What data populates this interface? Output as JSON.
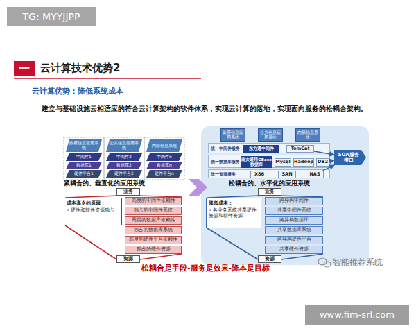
{
  "diagram": {
    "title": "云计算技术优势2",
    "caption": "松耦合是手段-服务是效果-降本是目标",
    "nodes": [
      {
        "text": [
          "TG: MYYJJPP"
        ]
      },
      {
        "text": [
          "一"
        ]
      },
      {
        "text": [
          "政府信息应用系统"
        ]
      },
      {
        "text": [
          "中间件1"
        ]
      },
      {
        "text": [
          "数据库1"
        ]
      },
      {
        "text": [
          "硬件平台1"
        ]
      },
      {
        "text": [
          "公共信息应用系统"
        ]
      },
      {
        "text": [
          "中间件2"
        ]
      },
      {
        "text": [
          "数据库2"
        ]
      },
      {
        "text": [
          "硬件平台2"
        ]
      },
      {
        "text": [
          "内部信息系统"
        ]
      },
      {
        "text": [
          "中间件n"
        ]
      },
      {
        "text": [
          "数据库n"
        ]
      },
      {
        "text": [
          "硬件平台n"
        ]
      },
      {
        "text": [
          "松耦合的、水平化的应用系统"
        ]
      },
      {
        "text": [
          "政府信息应用系统"
        ],
        "in": 14
      },
      {
        "text": [
          "公共信息应用系统"
        ],
        "in": 14
      },
      {
        "text": [
          "内部信息系统"
        ],
        "in": 14
      },
      {
        "text": [
          "统一中间件服务"
        ],
        "in": 14
      },
      {
        "text": [
          "东方通中间件"
        ],
        "in": 18
      },
      {
        "text": [
          "TomCat"
        ],
        "in": 18
      },
      {
        "text": [
          "SOA服务接口"
        ],
        "in": 14
      },
      {
        "text": [
          "统一数据库服务"
        ],
        "in": 14
      },
      {
        "text": [
          "南大通用GBase数据库"
        ],
        "in": 22
      },
      {
        "text": [
          "Mysql"
        ],
        "in": 22
      },
      {
        "text": [
          "Hadoop"
        ],
        "in": 22
      },
      {
        "text": [
          "DB2"
        ],
        "in": 22
      },
      {
        "text": [
          "统一资源服务"
        ],
        "in": 14
      },
      {
        "text": [
          "X86"
        ],
        "in": 27
      },
      {
        "text": [
          "SAN"
        ],
        "in": 27
      },
      {
        "text": [
          "NAS"
        ],
        "in": 27
      },
      {
        "text": [
          "业务"
        ]
      },
      {
        "text": [
          "成本高企的原因：",
          "• 硬件和软件资源独占"
        ]
      },
      {
        "text": [
          "高度的中间件依赖性"
        ]
      },
      {
        "text": [
          "独占的中间件系统"
        ]
      },
      {
        "text": [
          "高度的数据库依赖性"
        ]
      },
      {
        "text": [
          "独占的数据库系统"
        ]
      },
      {
        "text": [
          "高度的硬件平台依赖性"
        ]
      },
      {
        "text": [
          "独占的硬件资源"
        ]
      },
      {
        "text": [
          "资源"
        ]
      },
      {
        "text": [
          "业务"
        ],
        "in": 14
      },
      {
        "text": [
          "降低成本：",
          "• 各业务系统共享硬件资源和软件资源"
        ],
        "in": 14
      },
      {
        "text": [
          "跨异构中间件"
        ],
        "in": 14
      },
      {
        "text": [
          "共享中间件系统"
        ],
        "in": 14
      },
      {
        "text": [
          "跨异构数据库"
        ],
        "in": 14
      },
      {
        "text": [
          "共享数据库系统"
        ],
        "in": 14
      },
      {
        "text": [
          "跨异构硬件平台"
        ],
        "in": 14
      },
      {
        "text": [
          "共享硬件资源"
        ],
        "in": 14
      },
      {
        "text": [
          "资源"
        ],
        "in": 14
      },
      {
        "text": [
          "www.fim-srl.com"
        ]
      }
    ],
    "edges": [
      {
        "from": 20,
        "to": 21,
        "arrow": "to"
      },
      {
        "from": 26,
        "to": 21,
        "arrow": "to"
      },
      {
        "from": 30,
        "to": 21,
        "arrow": "to"
      }
    ],
    "labels": [
      "云计算优势：降低系统成本",
      "建立与基础设施云相适应的符合云计算架构的软件体系，实现云计算的落地，实现面向服务的松耦合架构。",
      "紧耦合的、垂直化的应用系统",
      "智能推荐系统"
    ]
  }
}
